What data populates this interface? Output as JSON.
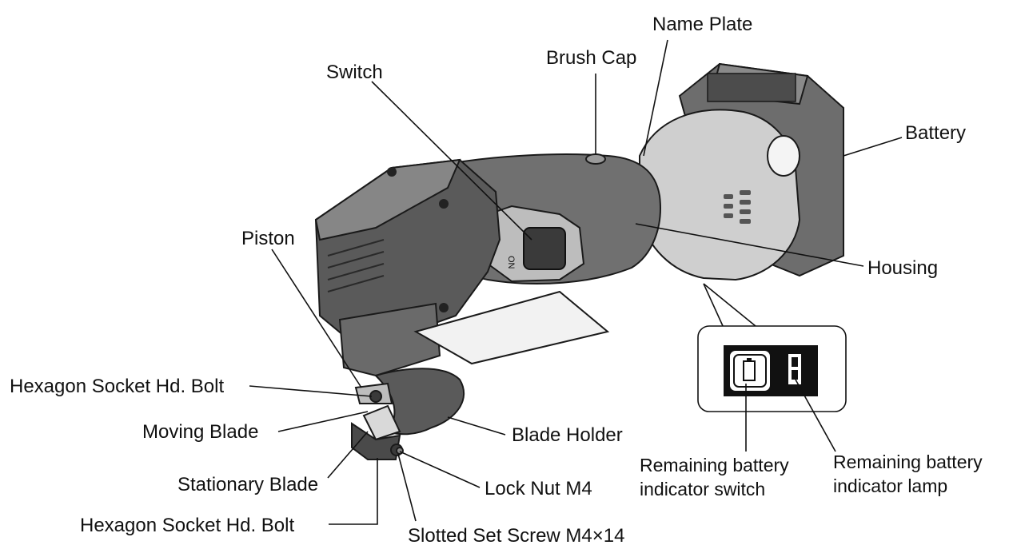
{
  "labels": {
    "name_plate": "Name Plate",
    "brush_cap": "Brush Cap",
    "switch": "Switch",
    "battery": "Battery",
    "piston": "Piston",
    "housing": "Housing",
    "hex_bolt_upper": "Hexagon Socket Hd. Bolt",
    "moving_blade": "Moving Blade",
    "blade_holder": "Blade Holder",
    "stationary_blade": "Stationary Blade",
    "lock_nut": "Lock Nut M4",
    "hex_bolt_lower": "Hexagon Socket Hd. Bolt",
    "set_screw": "Slotted Set Screw M4×14",
    "indicator_switch_1": "Remaining battery",
    "indicator_switch_2": "indicator switch",
    "indicator_lamp_1": "Remaining battery",
    "indicator_lamp_2": "indicator lamp"
  },
  "tool_markings": {
    "switch_on": "ON"
  }
}
